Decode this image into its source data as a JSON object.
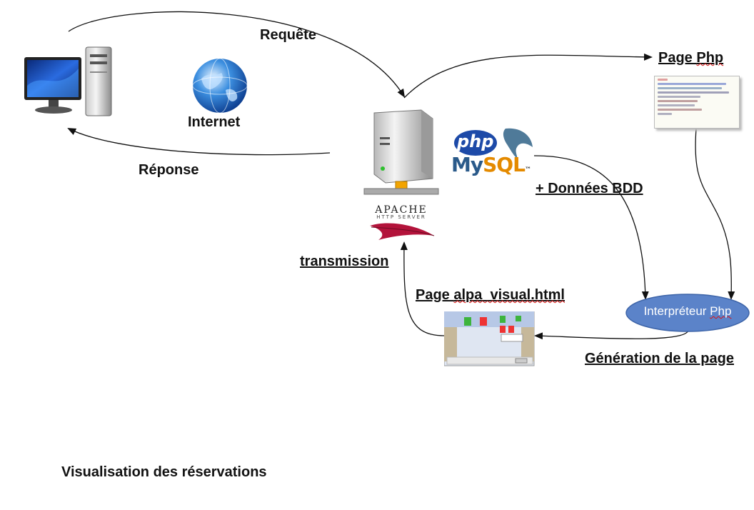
{
  "labels": {
    "requete": "Requête",
    "internet": "Internet",
    "reponse": "Réponse",
    "page_php_prefix": "Page ",
    "page_php_word": "Php",
    "donnees_bdd": "+ Données BDD",
    "transmission": "transmission",
    "page_alpa_prefix": "Page ",
    "page_alpa_name": "alpa_visual.html",
    "interpreteur_prefix": "Interpréteur ",
    "interpreteur_word": "Php",
    "generation": "Génération de la page",
    "caption": "Visualisation des réservations"
  },
  "logos": {
    "apache_name": "APACHE",
    "apache_sub": "HTTP SERVER",
    "php": "php",
    "mysql_my": "My",
    "mysql_sql": "SQL",
    "mysql_tm": "™"
  },
  "colors": {
    "arrow": "#111111",
    "ellipse_fill": "#5b83c9",
    "ellipse_text": "#ffffff",
    "php_blue": "#1a3f99",
    "mysql_orange": "#e48a00",
    "apache_feather": "#b3133b"
  },
  "icons": [
    "desktop-computer-icon",
    "globe-icon",
    "server-icon",
    "php-mysql-logo",
    "apache-logo",
    "code-screenshot",
    "web-page-screenshot"
  ]
}
